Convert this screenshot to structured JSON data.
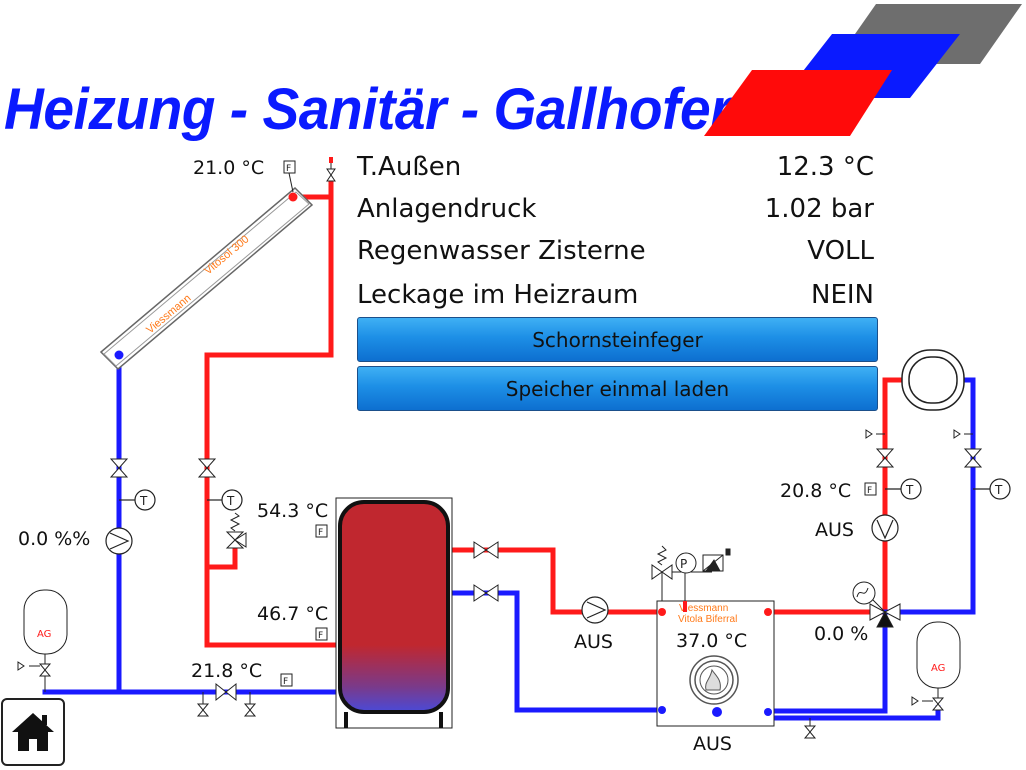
{
  "header": {
    "brand_title": "Heizung - Sanitär - Gallhofer",
    "logo_colors": {
      "gray": "#6e6e6e",
      "blue": "#0a1aff",
      "red": "#ff0a0a"
    }
  },
  "status": {
    "outdoor_temp": {
      "label": "T.Außen",
      "value": "12.3 °C"
    },
    "system_pressure": {
      "label": "Anlagendruck",
      "value": "1.02 bar"
    },
    "rainwater_cistern": {
      "label": "Regenwasser Zisterne",
      "value": "VOLL"
    },
    "leak_boiler_room": {
      "label": "Leckage im Heizraum",
      "value": "NEIN"
    }
  },
  "buttons": {
    "chimney_sweep": "Schornsteinfeger",
    "charge_storage_once": "Speicher einmal laden",
    "home_icon": "home-icon"
  },
  "solar": {
    "collector_temp": "21.0 °C",
    "collector_brand": "Viessmann",
    "collector_model": "Vitosol 300",
    "pump_rate": "0.0 %%",
    "expansion_label": "AG"
  },
  "storage": {
    "top_temp": "54.3 °C",
    "mid_temp": "46.7 °C",
    "return_temp": "21.8 °C"
  },
  "boiler": {
    "brand": "Viessmann",
    "model": "Vitola Biferral",
    "temp": "37.0 °C",
    "status": "AUS",
    "charge_pump_status": "AUS"
  },
  "heating_circuit": {
    "flow_temp": "20.8 °C",
    "pump_status": "AUS",
    "mixer_position": "0.0 %",
    "expansion_label": "AG"
  },
  "colors": {
    "flow": "#ff1a1a",
    "return": "#1a1aff",
    "tank_top": "#c0272f",
    "tank_bottom": "#4a4ad8",
    "accent_orange": "#ff7a1a"
  }
}
